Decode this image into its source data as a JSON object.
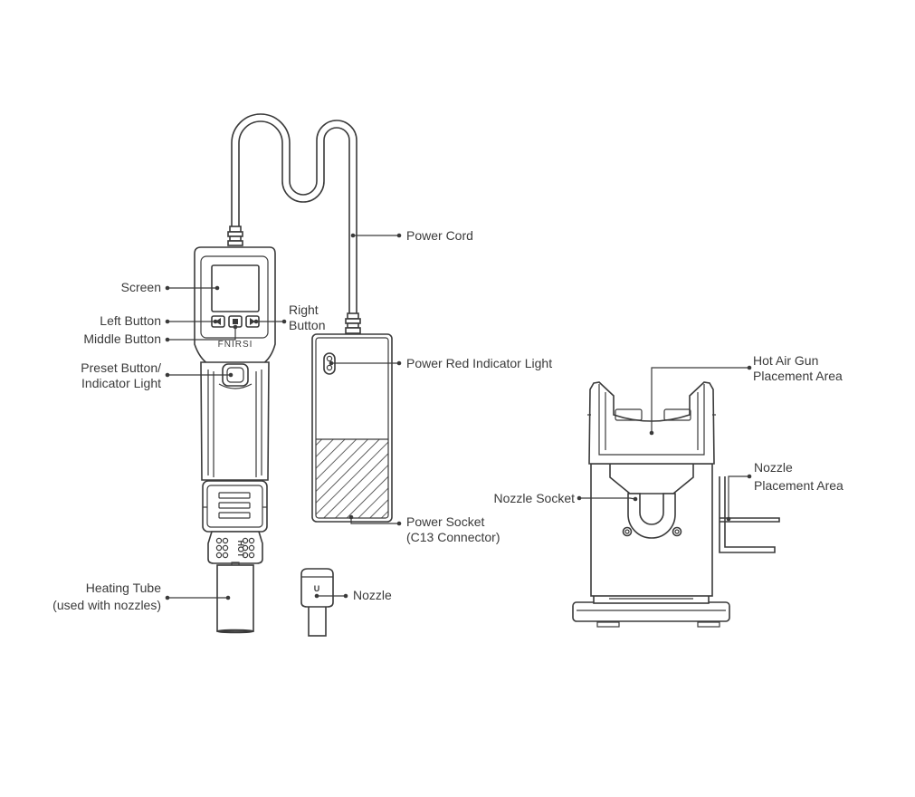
{
  "brand": "FNIRSI",
  "hot_mark": "HOT",
  "nozzle_mark": "U",
  "labels": {
    "power_cord": "Power Cord",
    "screen": "Screen",
    "left_button": "Left Button",
    "middle_button": "Middle Button",
    "right_button_1": "Right",
    "right_button_2": "Button",
    "preset_button_1": "Preset Button/",
    "preset_button_2": "Indicator Light",
    "power_red_indicator": "Power Red Indicator Light",
    "power_socket_1": "Power Socket",
    "power_socket_2": "(C13 Connector)",
    "heating_tube_1": "Heating Tube",
    "heating_tube_2": "(used with nozzles)",
    "nozzle": "Nozzle",
    "hot_air_gun_area_1": "Hot Air Gun",
    "hot_air_gun_area_2": "Placement Area",
    "nozzle_placement_1": "Nozzle",
    "nozzle_placement_2": "Placement Area",
    "nozzle_socket": "Nozzle Socket"
  }
}
